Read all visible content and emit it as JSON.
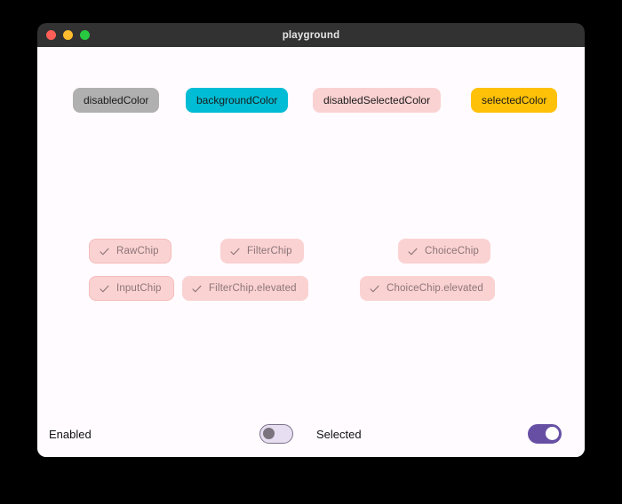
{
  "window": {
    "title": "playground",
    "traffic_lights": [
      {
        "name": "close",
        "color": "#FF5F57"
      },
      {
        "name": "minimize",
        "color": "#FEBC2E"
      },
      {
        "name": "maximize",
        "color": "#28C840"
      }
    ],
    "titlebar_color": "#323232",
    "content_background": "#FFFBFF"
  },
  "legend": {
    "chips": [
      {
        "label": "disabledColor",
        "color": "#B0B0B0",
        "text_color": "#1b1b1b"
      },
      {
        "label": "backgroundColor",
        "color": "#00BCD4",
        "text_color": "#1b1b1b"
      },
      {
        "label": "disabledSelectedColor",
        "color": "#FBD2D2",
        "text_color": "#1b1b1b"
      },
      {
        "label": "selectedColor",
        "color": "#FFC107",
        "text_color": "#1b1b1b"
      }
    ]
  },
  "chips": {
    "check_icon": "check-icon",
    "fill_color": "#FBD2D2",
    "label_color": "#8C7579",
    "border_color": "#F3BCBC",
    "rows": [
      [
        {
          "label": "RawChip",
          "outlined": true
        },
        {
          "label": "FilterChip",
          "outlined": false
        },
        {
          "label": "ChoiceChip",
          "outlined": false
        }
      ],
      [
        {
          "label": "InputChip",
          "outlined": true
        },
        {
          "label": "FilterChip.elevated",
          "outlined": false
        },
        {
          "label": "ChoiceChip.elevated",
          "outlined": false
        }
      ]
    ]
  },
  "bottom_bar": {
    "enabled": {
      "label": "Enabled",
      "value": "off",
      "track_color": "#E8DEF1",
      "thumb_color": "#79747E"
    },
    "selected": {
      "label": "Selected",
      "value": "on",
      "track_color": "#6750A4",
      "thumb_color": "#FFFFFF"
    }
  }
}
